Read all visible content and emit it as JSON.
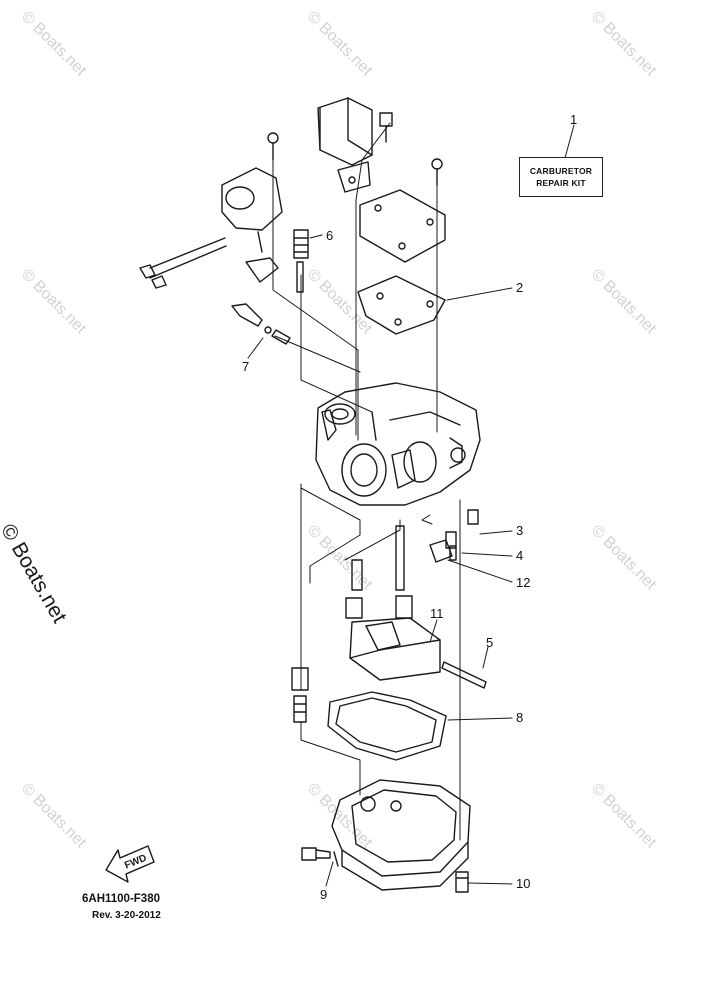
{
  "watermark": {
    "text": "© Boats.net",
    "color": "#d2d2d2",
    "primary_color": "#1a1a1a"
  },
  "kit_label": {
    "line1": "CARBURETOR",
    "line2": "REPAIR KIT"
  },
  "callouts": [
    "1",
    "2",
    "3",
    "4",
    "12",
    "11",
    "5",
    "8",
    "6",
    "7",
    "9",
    "10"
  ],
  "fwd_arrow": {
    "text": "FWD"
  },
  "part_code": "6AH1100-F380",
  "revision": "Rev.  3-20-2012"
}
